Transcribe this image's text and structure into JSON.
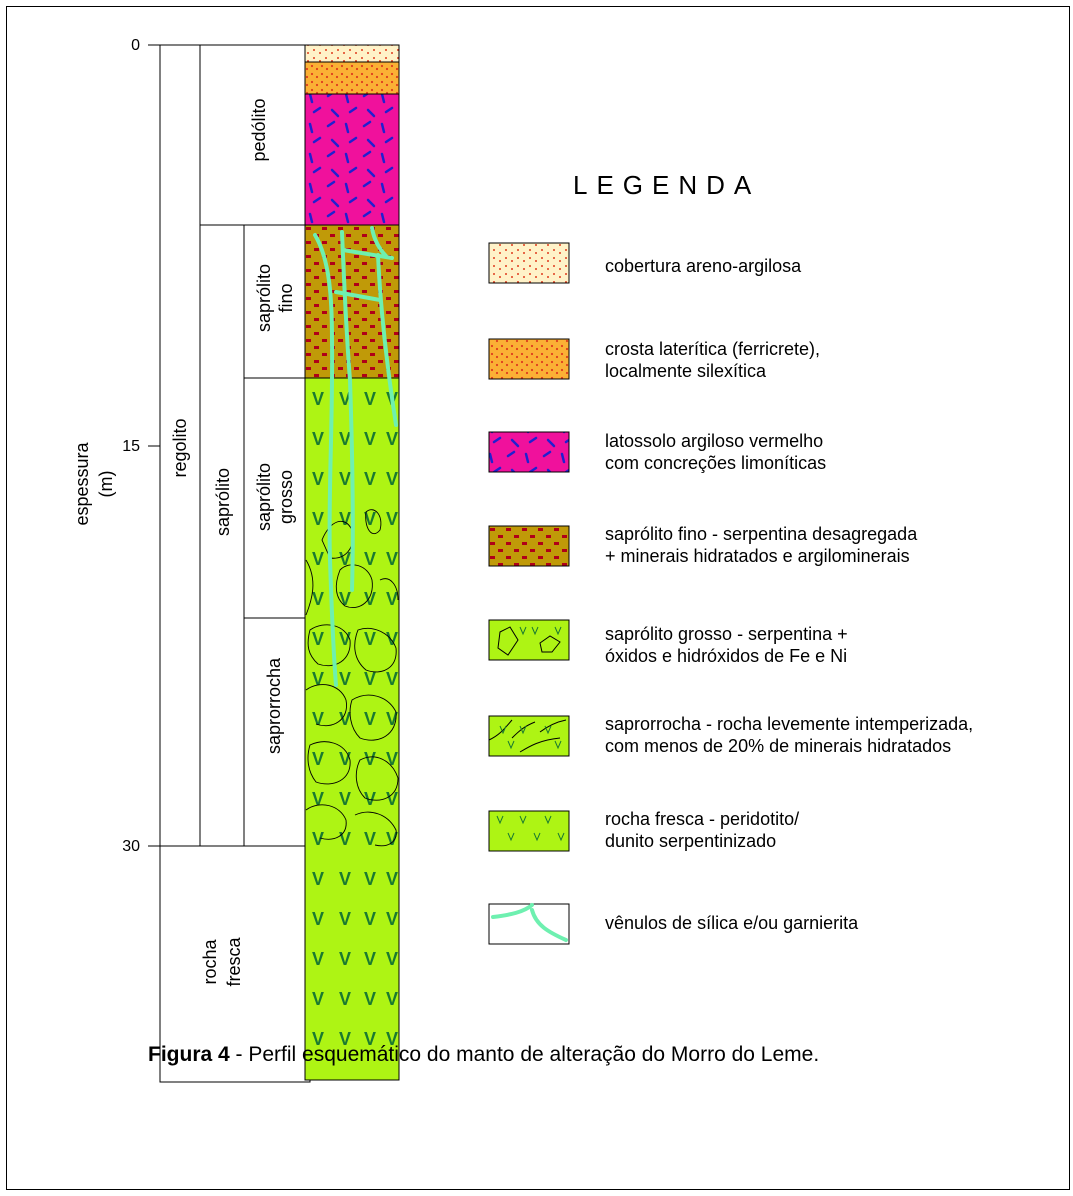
{
  "depth_axis": {
    "label_line1": "espessura",
    "label_line2": "(m)",
    "ticks": [
      "0",
      "15",
      "30"
    ]
  },
  "columns": {
    "regolito": "regolito",
    "rocha_fresca_line1": "rocha",
    "rocha_fresca_line2": "fresca",
    "pedolito": "pedólito",
    "saprolito": "saprólito",
    "saprolito_fino_line1": "saprólito",
    "saprolito_fino_line2": "fino",
    "saprolito_grosso_line1": "saprólito",
    "saprolito_grosso_line2": "grosso",
    "saprorrocha": "saprorrocha"
  },
  "legend": {
    "title": "LEGENDA",
    "items": [
      {
        "id": "cobertura",
        "line1": "cobertura areno-argilosa",
        "line2": ""
      },
      {
        "id": "crosta",
        "line1": "crosta laterítica (ferricrete),",
        "line2": "localmente silexítica"
      },
      {
        "id": "latossolo",
        "line1": "latossolo argiloso vermelho",
        "line2": "com concreções limoníticas"
      },
      {
        "id": "saprolito-fino",
        "line1": "saprólito fino - serpentina desagregada",
        "line2": "+ minerais hidratados e argilominerais"
      },
      {
        "id": "saprolito-grosso",
        "line1": "saprólito grosso - serpentina +",
        "line2": "óxidos e hidróxidos de Fe e Ni"
      },
      {
        "id": "saprorrocha",
        "line1": "saprorrocha - rocha levemente intemperizada,",
        "line2": "com menos de 20% de minerais hidratados"
      },
      {
        "id": "rocha-fresca",
        "line1": "rocha fresca - peridotito/",
        "line2": "dunito serpentinizado"
      },
      {
        "id": "venulos",
        "line1": "vênulos de sílica e/ou garnierita",
        "line2": ""
      }
    ]
  },
  "caption": {
    "bold": "Figura 4",
    "text": " - Perfil esquemático do manto de alteração do Morro do Leme."
  },
  "colors": {
    "cobertura": "#fff2c8",
    "crosta": "#fbb035",
    "latossolo": "#f0119c",
    "saprolito_fino": "#c09a08",
    "rocha": "#aef414",
    "vein": "#6ef0b0",
    "dots_red": "#e03c1e",
    "dash_red": "#b00018",
    "blue": "#2020d0",
    "v_green": "#1a7a30"
  }
}
